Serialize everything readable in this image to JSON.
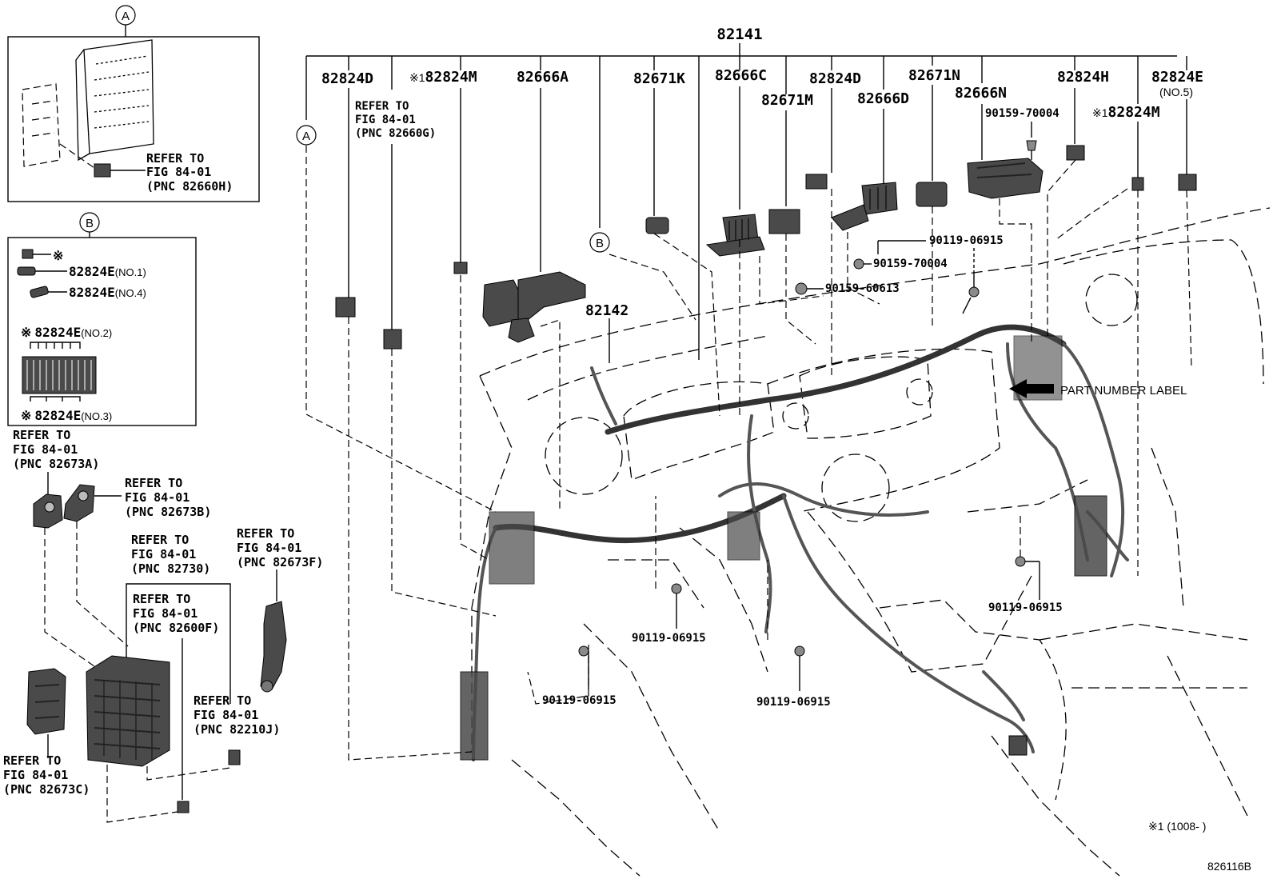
{
  "diagram": {
    "main_part": "82141",
    "top_labels": {
      "p82824D_left": "82824D",
      "p82824M_note": "※1",
      "p82824M": "82824M",
      "p82666A": "82666A",
      "p82671K": "82671K",
      "p82666C": "82666C",
      "p82671M": "82671M",
      "p82824D_right": "82824D",
      "p82666D": "82666D",
      "p82671N": "82671N",
      "p82666N": "82666N",
      "p82824H": "82824H",
      "p82824E": "82824E",
      "p82824E_sub": "(NO.5)",
      "p82824M_right_note": "※1",
      "p82824M_right": "82824M",
      "bolt_90159_70004_top": "90159-70004"
    },
    "refer_82660G": [
      "REFER TO",
      "FIG 84-01",
      "(PNC 82660G)"
    ],
    "callout_A": "A",
    "callout_B": "B",
    "inset_A": {
      "label": "A",
      "refer": [
        "REFER TO",
        "FIG 84-01",
        "(PNC 82660H)"
      ]
    },
    "inset_B": {
      "label": "B",
      "items": [
        {
          "mark": "※",
          "pn": "",
          "sub": ""
        },
        {
          "mark": "",
          "pn": "82824E",
          "sub": "(NO.1)"
        },
        {
          "mark": "",
          "pn": "82824E",
          "sub": "(NO.4)"
        },
        {
          "mark": "※",
          "pn": "82824E",
          "sub": "(NO.2)"
        },
        {
          "mark": "※",
          "pn": "82824E",
          "sub": "(NO.3)"
        }
      ]
    },
    "refs": {
      "r82673A": [
        "REFER TO",
        "FIG 84-01",
        "(PNC 82673A)"
      ],
      "r82673B": [
        "REFER TO",
        "FIG 84-01",
        "(PNC 82673B)"
      ],
      "r82730": [
        "REFER TO",
        "FIG 84-01",
        "(PNC 82730)"
      ],
      "r82673F": [
        "REFER TO",
        "FIG 84-01",
        "(PNC 82673F)"
      ],
      "r82600F": [
        "REFER TO",
        "FIG 84-01",
        "(PNC 82600F)"
      ],
      "r82210J": [
        "REFER TO",
        "FIG 84-01",
        "(PNC 82210J)"
      ],
      "r82673C": [
        "REFER TO",
        "FIG 84-01",
        "(PNC 82673C)"
      ]
    },
    "hardware": {
      "h82142": "82142",
      "h90119_06915_a": "90119-06915",
      "h90159_70004_b": "90159-70004",
      "h90159_60613": "90159-60613",
      "h90119_06915_right": "90119-06915",
      "h90119_06915_center": "90119-06915",
      "h90119_06915_left": "90119-06915",
      "h90119_06915_lower": "90119-06915"
    },
    "part_number_label": "PART NUMBER LABEL",
    "footnote": "※1 (1008-        )",
    "figure_code": "826116B"
  }
}
